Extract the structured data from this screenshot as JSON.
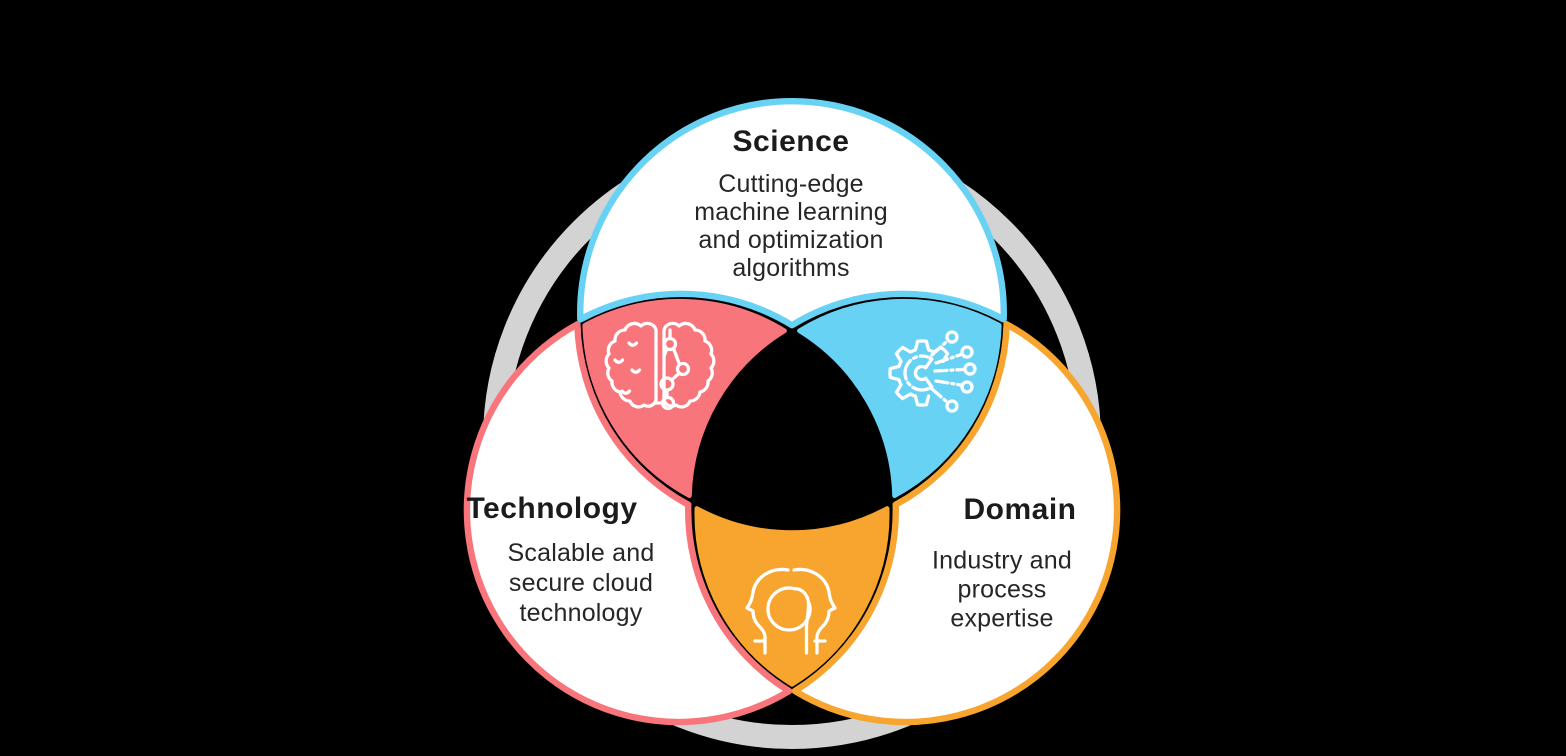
{
  "palette": {
    "background": "#000000",
    "science": "#68D2F4",
    "technology": "#F8757C",
    "domain": "#F7A52F",
    "ring": "#D3D3D3",
    "shape-fill": "#FFFFFF",
    "icon-stroke": "#FFFFFF",
    "title-text": "#1B1B1B",
    "body-text": "#262626"
  },
  "diagram": {
    "type": "venn-3-circles",
    "ring": {
      "description": "gray background ring behind the three circles"
    },
    "sections": {
      "science": {
        "title": "Science",
        "description": "Cutting-edge\nmachine learning\nand optimization\nalgorithms",
        "position": "top",
        "accent_color": "#68D2F4"
      },
      "technology": {
        "title": "Technology",
        "description": "Scalable and\nsecure cloud\ntechnology",
        "position": "bottom-left",
        "accent_color": "#F8757C"
      },
      "domain": {
        "title": "Domain",
        "description": "Industry and\nprocess\nexpertise",
        "position": "bottom-right",
        "accent_color": "#F7A52F"
      }
    },
    "intersections": {
      "science_technology": {
        "icon": "brain-icon",
        "fill_color": "#F8757C"
      },
      "science_domain": {
        "icon": "gear-circuit-icon",
        "fill_color": "#68D2F4"
      },
      "technology_domain": {
        "icon": "head-profile-icon",
        "fill_color": "#F7A52F"
      }
    }
  }
}
